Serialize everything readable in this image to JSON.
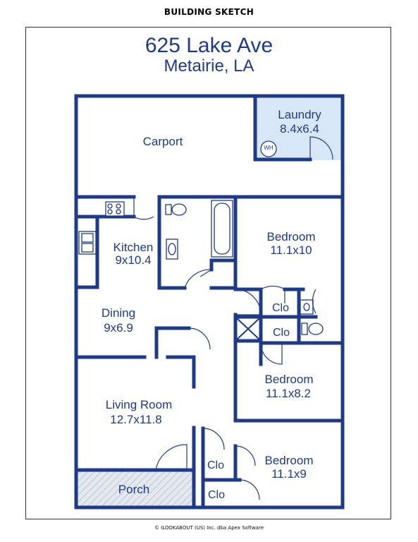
{
  "header": {
    "sketch_label": "BUILDING SKETCH"
  },
  "address": {
    "street": "625 Lake Ave",
    "city": "Metairie, LA"
  },
  "rooms": {
    "carport": {
      "name": "Carport"
    },
    "laundry": {
      "name": "Laundry",
      "dims": "8.4x6.4"
    },
    "water_heater": {
      "abbr": "WH"
    },
    "kitchen": {
      "name": "Kitchen",
      "dims": "9x10.4"
    },
    "dining": {
      "name": "Dining",
      "dims": "9x6.9"
    },
    "living": {
      "name": "Living Room",
      "dims": "12.7x11.8"
    },
    "porch": {
      "name": "Porch"
    },
    "bedroom1": {
      "name": "Bedroom",
      "dims": "11.1x10"
    },
    "bedroom2": {
      "name": "Bedroom",
      "dims": "11.1x8.2"
    },
    "bedroom3": {
      "name": "Bedroom",
      "dims": "11.1x9"
    },
    "closets": [
      "Clo",
      "Clo",
      "Clo",
      "Clo"
    ]
  },
  "colors": {
    "wall": "#1f3b88",
    "laundry_fill": "#d8e6f5",
    "porch_fill": "#dfe5ec"
  },
  "footer": {
    "copyright": "© ILOOKABOUT (US) Inc. dba Apex Software"
  }
}
